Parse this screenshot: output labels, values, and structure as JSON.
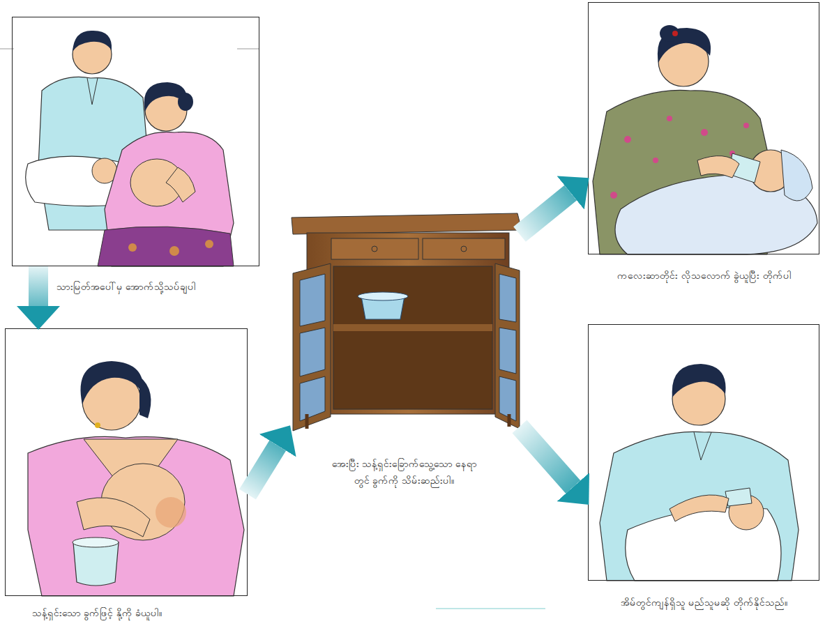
{
  "diagram": {
    "nodes": [
      {
        "text": [
          "သားမြတ်အပေါ်မှ အောက်သို့သပ်ချပါ"
        ]
      },
      {
        "text": [
          "သန့်ရှင်းသော ခွက်ဖြင့် နို့ကို ခံယူပါ။"
        ]
      },
      {
        "text": [
          "အေးပြီး သန့်ရှင်းခြောက်သွေ့သော နေရာတွင် ခွက်ကို သိမ်းဆည်းပါ။"
        ]
      },
      {
        "text": [
          "ကလေးဆာတိုင်း လိုသလောက် ခွဲယူပြီး တိုက်ပါ"
        ]
      },
      {
        "text": [
          "အိမ်တွင်ကျန်ရှိသူ မည်သူမဆို တိုက်နိုင်သည်။"
        ]
      }
    ],
    "edges": [
      {
        "from": 0,
        "to": 1,
        "arrow": "to"
      },
      {
        "from": 1,
        "to": 2,
        "arrow": "to"
      },
      {
        "from": 2,
        "to": 3,
        "arrow": "to"
      },
      {
        "from": 2,
        "to": 4,
        "arrow": "to"
      }
    ]
  }
}
